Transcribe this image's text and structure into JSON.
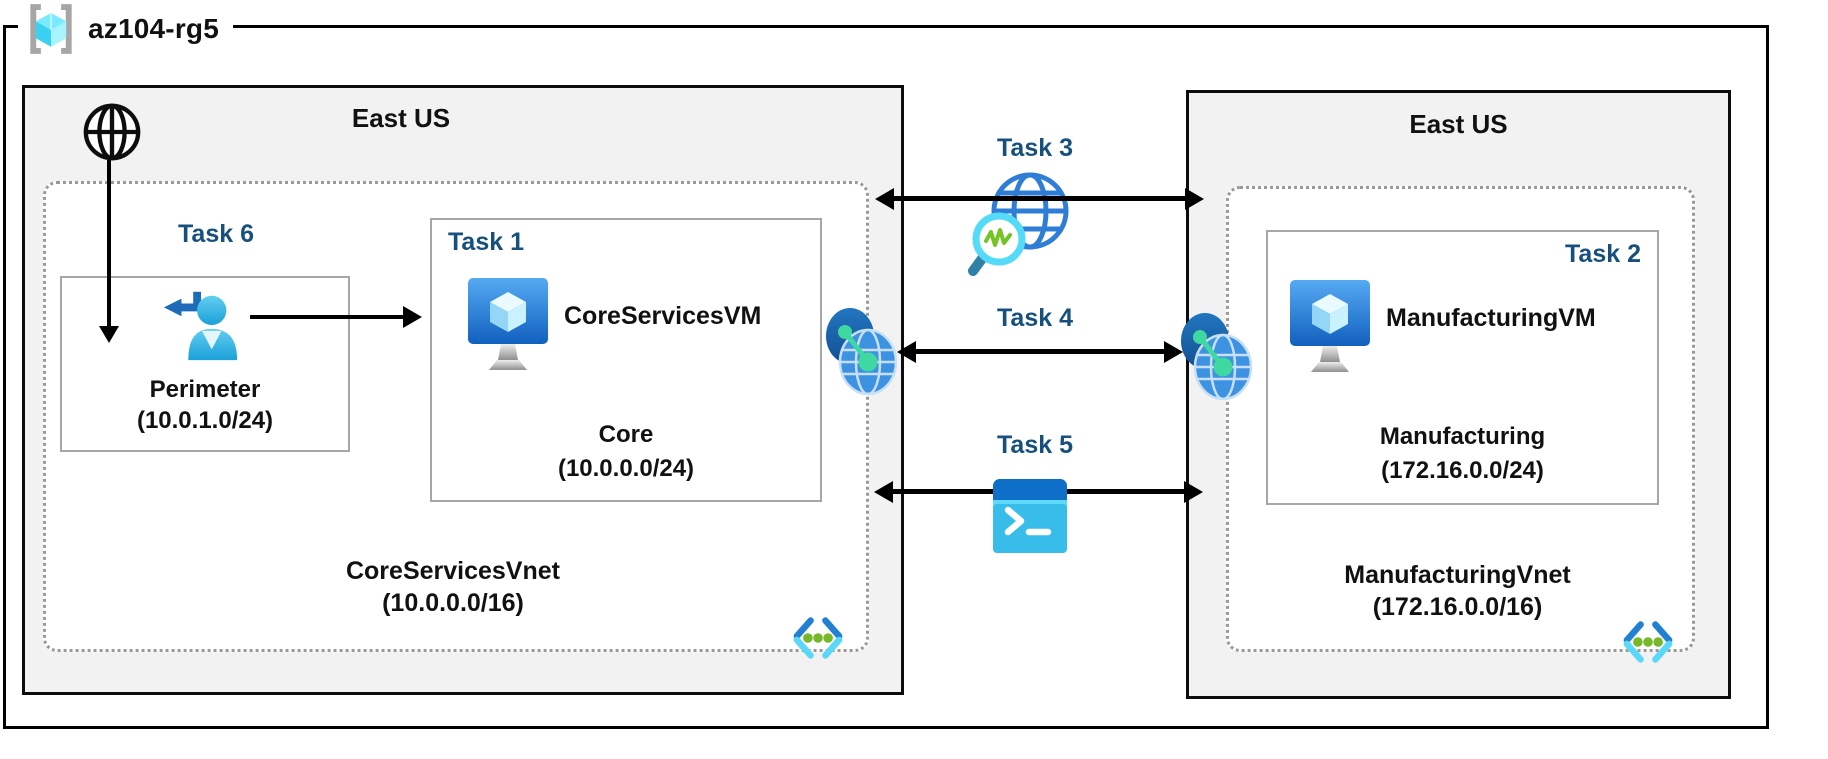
{
  "resource_group": {
    "name": "az104-rg5"
  },
  "left_region": {
    "location": "East US",
    "task6_label": "Task 6",
    "perimeter": {
      "name": "Perimeter",
      "cidr": "(10.0.1.0/24)"
    },
    "task1": {
      "label": "Task 1",
      "vm_name": "CoreServicesVM",
      "subnet_name": "Core",
      "subnet_cidr": "(10.0.0.0/24)"
    },
    "vnet": {
      "name": "CoreServicesVnet",
      "cidr": "(10.0.0.0/16)"
    }
  },
  "right_region": {
    "location": "East US",
    "task2": {
      "label": "Task 2",
      "vm_name": "ManufacturingVM",
      "subnet_name": "Manufacturing",
      "subnet_cidr": "(172.16.0.0/24)"
    },
    "vnet": {
      "name": "ManufacturingVnet",
      "cidr": "(172.16.0.0/16)"
    }
  },
  "connections": {
    "task3": {
      "label": "Task 3"
    },
    "task4": {
      "label": "Task 4"
    },
    "task5": {
      "label": "Task 5"
    }
  },
  "icons": {
    "resource_group": "resource-group-icon",
    "internet": "internet-globe-icon",
    "perimeter_user": "user-signin-icon",
    "virtual_machine": "vm-icon",
    "virtual_network": "vnet-brackets-icon",
    "vnet_peering": "vnet-peering-icon",
    "network_watcher": "network-watcher-icon",
    "cloud_shell": "terminal-icon"
  },
  "colors": {
    "task_label": "#17507d",
    "region_fill": "#f2f2f2",
    "box_border_gray": "#a6a6a6",
    "dotted_border_gray": "#999999",
    "azure_blue": "#2180d2",
    "azure_cyan": "#5bd8f8",
    "vnet_dot_green": "#76b82a",
    "peering_green": "#3ed8a0",
    "text_black": "#111111"
  }
}
